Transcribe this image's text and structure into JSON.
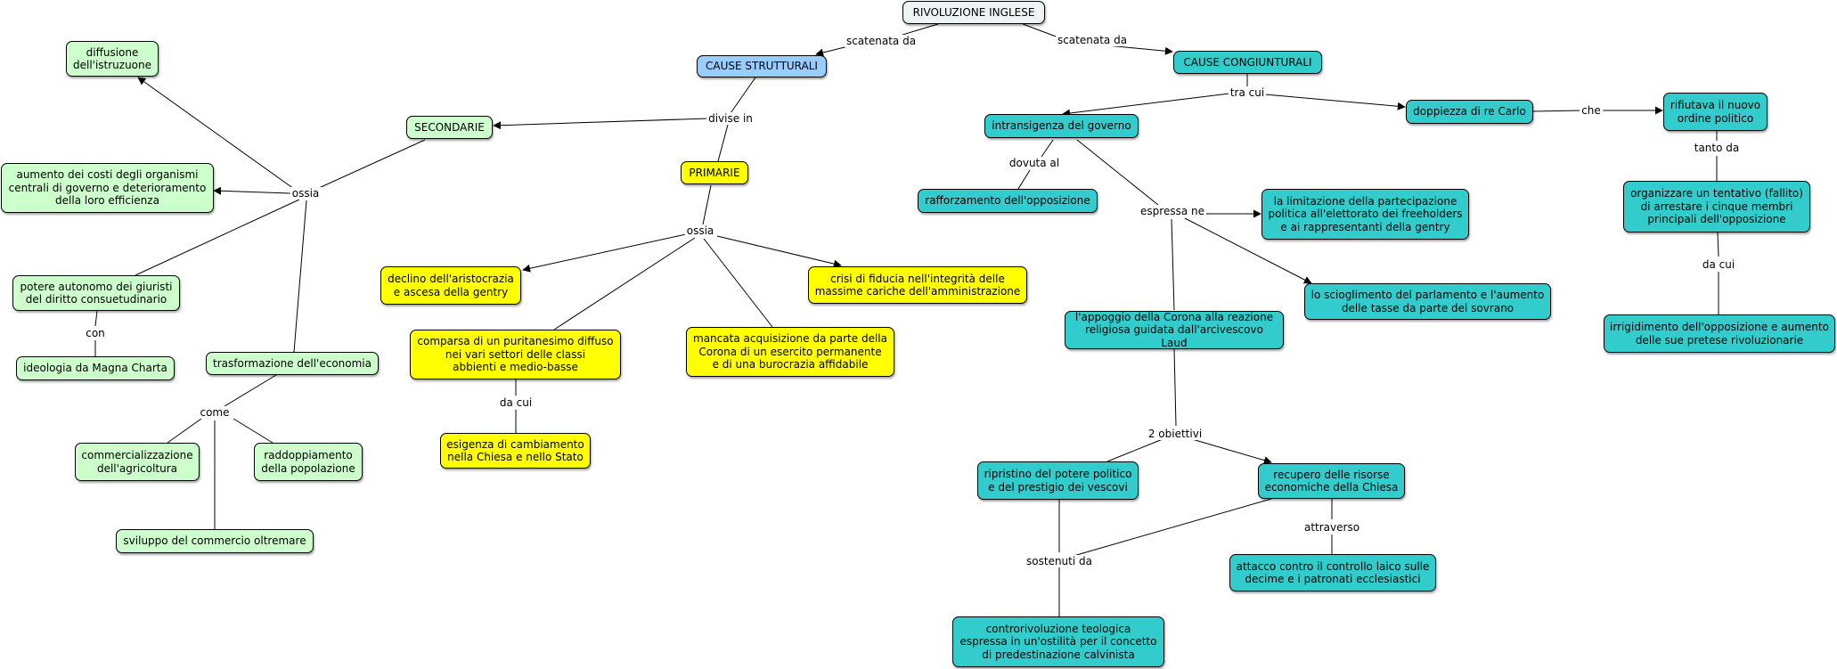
{
  "colors": {
    "root": "#eef3f3",
    "structural": "#99ccff",
    "secondary": "#ccffcc",
    "primary": "#ffff00",
    "conjunctural": "#33cccc",
    "line": "#000000"
  },
  "nodes": {
    "root": "RIVOLUZIONE INGLESE",
    "cause_strutturali": "CAUSE STRUTTURALI",
    "cause_congiunturali": "CAUSE CONGIUNTURALI",
    "secondarie": "SECONDARIE",
    "primarie": "PRIMARIE",
    "diffusione_istruzione": "diffusione\ndell'istruzuone",
    "aumento_costi": "aumento dei costi degli organismi\ncentrali di governo e deterioramento\ndella loro efficienza",
    "potere_giuristi": "potere autonomo dei giuristi\ndel diritto consuetudinario",
    "magna_charta": "ideologia da Magna Charta",
    "trasformazione_economia": "trasformazione dell'economia",
    "commercializzazione": "commercializzazione\ndell'agricoltura",
    "raddoppiamento": "raddoppiamento\ndella popolazione",
    "commercio_oltremare": "sviluppo del commercio oltremare",
    "declino_aristocrazia": "declino dell'aristocrazia\ne ascesa della gentry",
    "crisi_fiducia": "crisi di fiducia nell'integrità delle\nmassime cariche dell'amministrazione",
    "puritanesimo": "comparsa di un puritanesimo diffuso\nnei vari settori delle classi\nabbienti e medio-basse",
    "mancata_acquisizione": "mancata acquisizione da parte della\nCorona di un esercito permanente\ne di una burocrazia affidabile",
    "esigenza_cambiamento": "esigenza di cambiamento\nnella Chiesa e nello Stato",
    "intransigenza": "intransigenza del governo",
    "doppiezza": "doppiezza di re Carlo",
    "rifiutava": "rifiutava il nuovo\nordine politico",
    "rafforzamento": "rafforzamento dell'opposizione",
    "limitazione": "la limitazione della partecipazione\npolitica all'elettorato dei freeholders\ne ai rappresentanti della gentry",
    "scioglimento": "lo scioglimento del parlamento e l'aumento\ndelle tasse da parte del sovrano",
    "appoggio_corona": "l'appoggio della Corona alla reazione\nreligiosa guidata dall'arcivescovo Laud",
    "ripristino": "ripristino del potere politico\ne del prestigio dei vescovi",
    "recupero": "recupero delle risorse\neconomiche della Chiesa",
    "attacco": "attacco contro il controllo laico sulle\ndecime e i patronati ecclesiastici",
    "controrivoluzione": "controrivoluzione teologica\nespressa in un'ostilità per il concetto\ndi predestinazione calvinista",
    "organizzare": "organizzare un tentativo (fallito)\ndi arrestare i cinque membri\nprincipali dell'opposizione",
    "irrigidimento": "irrigidimento dell'opposizione e aumento\ndelle sue pretese rivoluzionarie"
  },
  "labels": {
    "scatenata_da_left": "scatenata da",
    "scatenata_da_right": "scatenata da",
    "divise_in": "divise in",
    "ossia_left": "ossia",
    "ossia_mid": "ossia",
    "con": "con",
    "come": "come",
    "da_cui_left": "da cui",
    "tra_cui": "tra cui",
    "che": "che",
    "tanto_da": "tanto da",
    "da_cui_right": "da cui",
    "dovuta_al": "dovuta al",
    "espressa_ne": "espressa ne",
    "obiettivi": "2 obiettivi",
    "attraverso": "attraverso",
    "sostenuti_da": "sostenuti da"
  }
}
